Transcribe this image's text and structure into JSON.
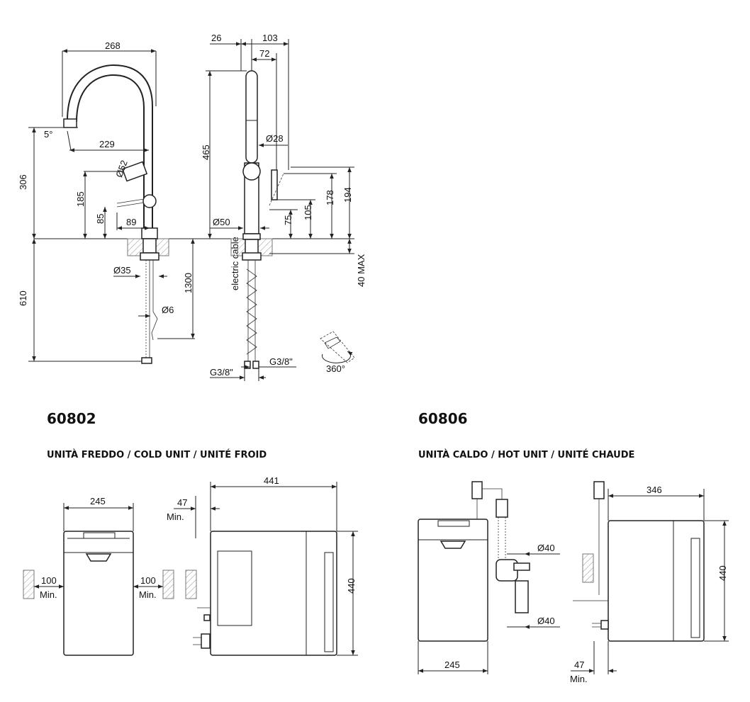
{
  "faucet": {
    "front_dims": {
      "width_268": "268",
      "angle_5": "5°",
      "reach_229": "229",
      "dia_52": "Ø52",
      "height_306": "306",
      "height_185": "185",
      "height_85": "85",
      "dist_89": "89",
      "dia_35": "Ø35",
      "height_610": "610",
      "dia_6": "Ø6",
      "cable_1300": "1300",
      "cable_label": "electric cable"
    },
    "side_dims": {
      "d26": "26",
      "d103": "103",
      "d72": "72",
      "dia_28": "Ø28",
      "h465": "465",
      "dia_50": "Ø50",
      "h75": "75",
      "h105": "105",
      "h178": "178",
      "h194": "194",
      "max40": "40 MAX",
      "g38_left": "G3/8\"",
      "g38_right": "G3/8\"",
      "rotation": "360°"
    }
  },
  "cold": {
    "code": "60802",
    "subtitle": "UNITÀ FREDDO / COLD UNIT / UNITÉ FROID",
    "dims": {
      "w245": "245",
      "clear_left": "100",
      "clear_left_min": "Min.",
      "clear_right": "100",
      "clear_right_min": "Min.",
      "d47": "47",
      "d47_min": "Min.",
      "d441": "441",
      "h440": "440"
    }
  },
  "hot": {
    "code": "60806",
    "subtitle": "UNITÀ CALDO / HOT UNIT / UNITÉ CHAUDE",
    "dims": {
      "dia40_top": "Ø40",
      "dia40_bottom": "Ø40",
      "w245": "245",
      "d346": "346",
      "h440": "440",
      "d47": "47",
      "d47_min": "Min."
    }
  }
}
